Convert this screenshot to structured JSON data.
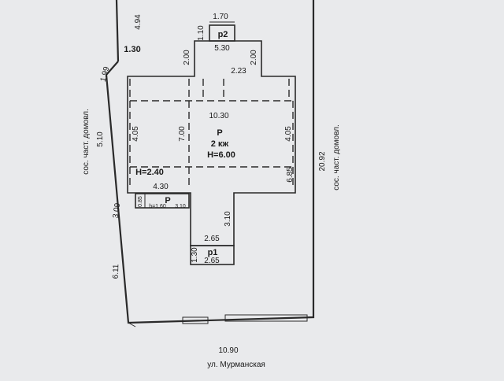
{
  "plot": {
    "boundary_north_a": "4.94",
    "boundary_north_b": "1.30",
    "boundary_west_a": "1.99",
    "boundary_west_b": "5.10",
    "boundary_west_c": "3.09",
    "boundary_west_d": "6.11",
    "boundary_east": "20.92",
    "boundary_south": "10.90",
    "street": "ул. Мурманская",
    "neighbor_west": "сос. част. домовл.",
    "neighbor_east": "сос. част. домовл."
  },
  "house": {
    "room_label": "Р",
    "type_label": "2 кж",
    "height_label": "Н=6.00",
    "width_top": "10.30",
    "depth_left_a": "4.05",
    "depth_left_b": "7.00",
    "depth_right_a": "4.05",
    "depth_right_b": "6.85",
    "offset_left": "2.00",
    "offset_right": "2.00",
    "offset_inner": "2.23",
    "top_width": "5.30",
    "low_part_height": "Н=2.40",
    "low_part_width": "4.30",
    "rear_depth": "3.10",
    "rear_width": "2.65"
  },
  "annex_p2": {
    "label": "р2",
    "width": "1.70",
    "depth": "1.10"
  },
  "annex_p1": {
    "label": "р1",
    "top_width": "2.65",
    "bottom_width": "2.65",
    "depth": "1.30"
  },
  "annex_small": {
    "label": "Р",
    "h_label": "h=1.60",
    "width": "3.10",
    "depth": "0.85"
  }
}
